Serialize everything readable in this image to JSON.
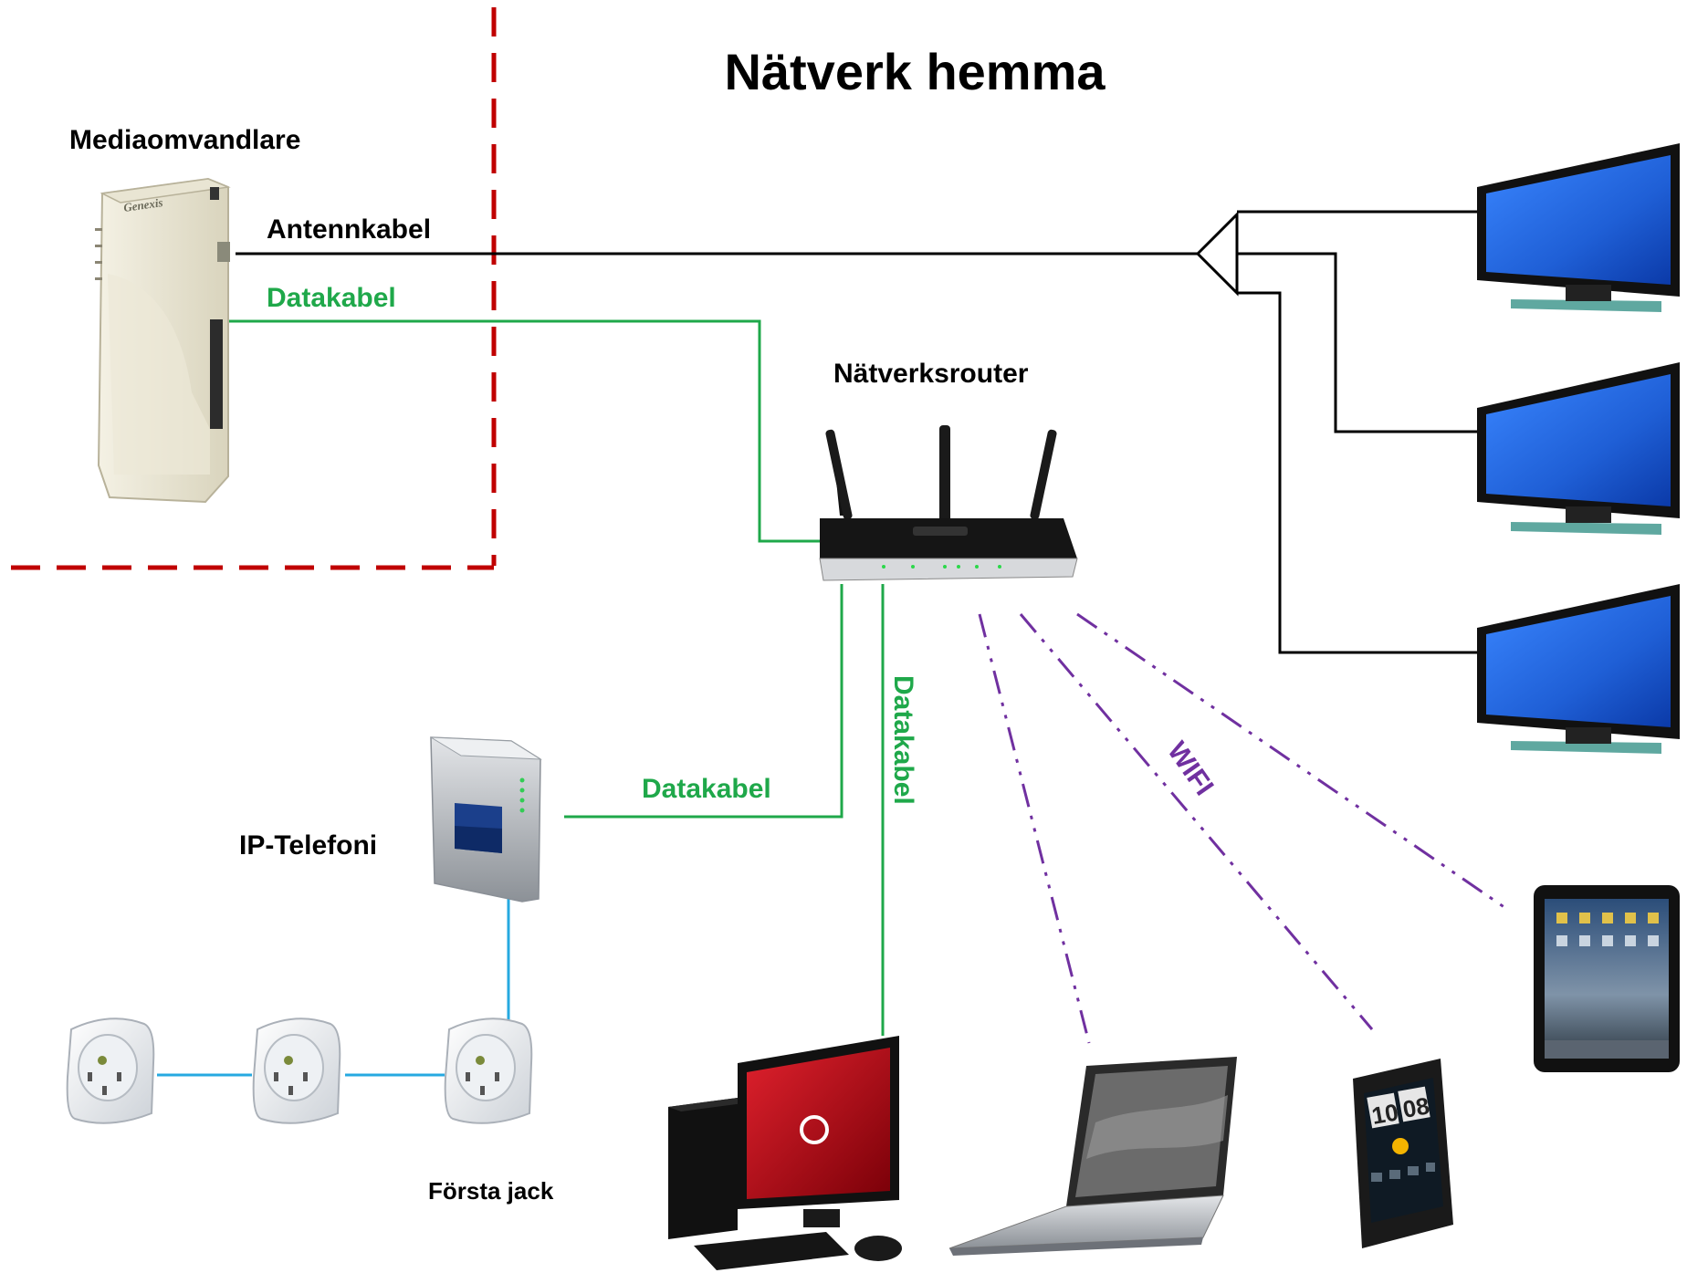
{
  "title": "Nätverk hemma",
  "labels": {
    "media_converter": "Mediaomvandlare",
    "antenna_cable": "Antennkabel",
    "data_cable_top": "Datakabel",
    "router": "Nätverksrouter",
    "data_cable_phone": "Datakabel",
    "data_cable_vertical": "Datakabel",
    "wifi": "WIFI",
    "ip_phone": "IP-Telefoni",
    "first_jack": "Första jack"
  },
  "device_text": {
    "media_converter_brand": "Genexis",
    "phone_clock_hours": "10",
    "phone_clock_minutes": "08"
  },
  "colors": {
    "antenna_cable": "#000000",
    "data_cable": "#1fa84a",
    "wifi": "#7030a0",
    "phone_line": "#26a9e0",
    "boundary": "#c00000",
    "label_green": "#1fa84a",
    "tv_screen": "#1f5fd6"
  }
}
